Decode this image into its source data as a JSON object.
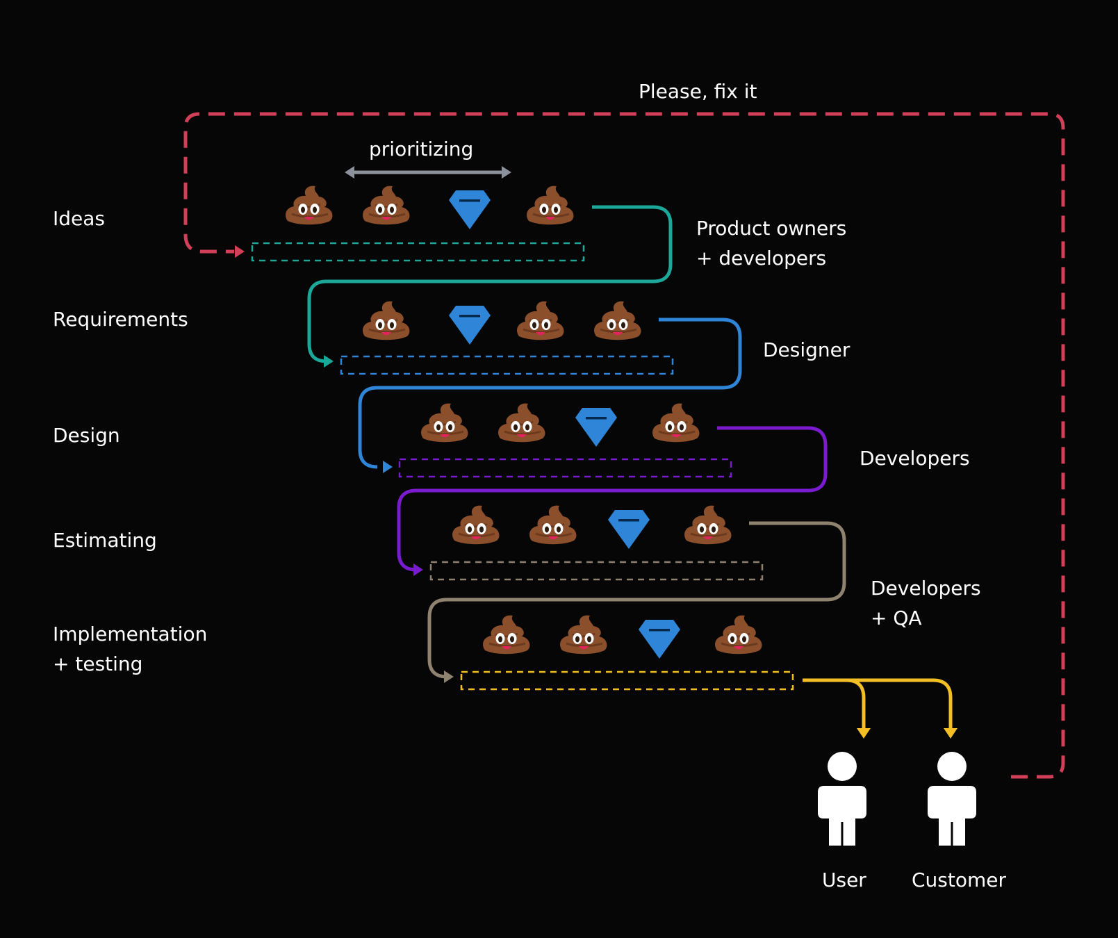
{
  "feedback_label": "Please, fix it",
  "prioritizing_label": "prioritizing",
  "stages": [
    {
      "label": "Ideas",
      "items": [
        "poop",
        "poop",
        "diamond",
        "poop"
      ],
      "color": "#1ba89a",
      "handoff": "Product owners\n+ developers"
    },
    {
      "label": "Requirements",
      "items": [
        "poop",
        "diamond",
        "poop",
        "poop"
      ],
      "color": "#2f86d8",
      "handoff": "Designer"
    },
    {
      "label": "Design",
      "items": [
        "poop",
        "poop",
        "diamond",
        "poop"
      ],
      "color": "#7b1bcf",
      "handoff": "Developers"
    },
    {
      "label": "Estimating",
      "items": [
        "poop",
        "poop",
        "diamond",
        "poop"
      ],
      "color": "#8f826f",
      "handoff": "Developers\n+ QA"
    },
    {
      "label": "Implementation\n+ testing",
      "items": [
        "poop",
        "poop",
        "diamond",
        "poop"
      ],
      "color": "#f4bf24",
      "handoff": ""
    }
  ],
  "recipients": [
    {
      "label": "User",
      "icon": "person-icon"
    },
    {
      "label": "Customer",
      "icon": "person-icon"
    }
  ],
  "colors": {
    "background": "#060606",
    "feedback": "#d23f58",
    "prioritize_arrow": "#8b929b",
    "text": "#ffffff",
    "diamond": "#2f86d8",
    "poop": "#8b4f2c"
  }
}
